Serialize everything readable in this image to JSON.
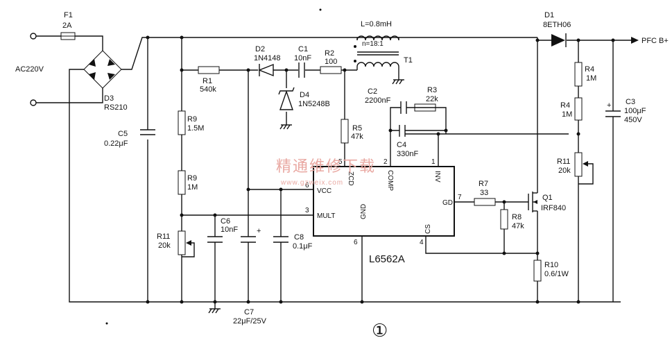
{
  "labels": {
    "ac_input": "AC220V",
    "output": "PFC B+",
    "inductor": "L=0.8mH",
    "turns_ratio": "n=18:1",
    "transformer": "T1",
    "figure_number": "①"
  },
  "ic": {
    "name": "L6562A",
    "pins": {
      "vcc": "VCC",
      "mult": "MULT",
      "gnd": "GND",
      "zcd": "ZCD",
      "comp": "COMP",
      "inv": "INV",
      "gd": "GD",
      "cs": "CS"
    },
    "pin_numbers": {
      "p1": "1",
      "p2": "2",
      "p3": "3",
      "p4": "4",
      "p5": "5",
      "p6": "6",
      "p6b": "6",
      "p7": "7"
    }
  },
  "components": {
    "F1": {
      "ref": "F1",
      "value": "2A"
    },
    "D3": {
      "ref": "D3",
      "value": "RS210"
    },
    "C5": {
      "ref": "C5",
      "value": "0.22μF"
    },
    "R1": {
      "ref": "R1",
      "value": "540k"
    },
    "R9a": {
      "ref": "R9",
      "value": "1.5M"
    },
    "R9b": {
      "ref": "R9",
      "value": "1M"
    },
    "R11a": {
      "ref": "R11",
      "value": "20k"
    },
    "C6": {
      "ref": "C6",
      "value": "10nF"
    },
    "C7": {
      "ref": "C7",
      "value": "22μF/25V"
    },
    "C8": {
      "ref": "C8",
      "value": "0.1μF"
    },
    "D2": {
      "ref": "D2",
      "value": "1N4148"
    },
    "C1": {
      "ref": "C1",
      "value": "10nF"
    },
    "R2": {
      "ref": "R2",
      "value": "100"
    },
    "D4": {
      "ref": "D4",
      "value": "1N5248B"
    },
    "R5": {
      "ref": "R5",
      "value": "47k"
    },
    "C2": {
      "ref": "C2",
      "value": "2200nF"
    },
    "R3": {
      "ref": "R3",
      "value": "22k"
    },
    "C4": {
      "ref": "C4",
      "value": "330nF"
    },
    "R7": {
      "ref": "R7",
      "value": "33"
    },
    "R8": {
      "ref": "R8",
      "value": "47k"
    },
    "Q1": {
      "ref": "Q1",
      "value": "IRF840"
    },
    "R10": {
      "ref": "R10",
      "value": "0.6/1W"
    },
    "D1": {
      "ref": "D1",
      "value": "8ETH06"
    },
    "R4a": {
      "ref": "R4",
      "value": "1M"
    },
    "R4b": {
      "ref": "R4",
      "value": "1M"
    },
    "C3": {
      "ref": "C3",
      "value": "100μF",
      "rating": "450V"
    },
    "R11b": {
      "ref": "R11",
      "value": "20k"
    }
  },
  "watermark": {
    "text": "精通维修下载",
    "url": "www.gzweix.com"
  }
}
